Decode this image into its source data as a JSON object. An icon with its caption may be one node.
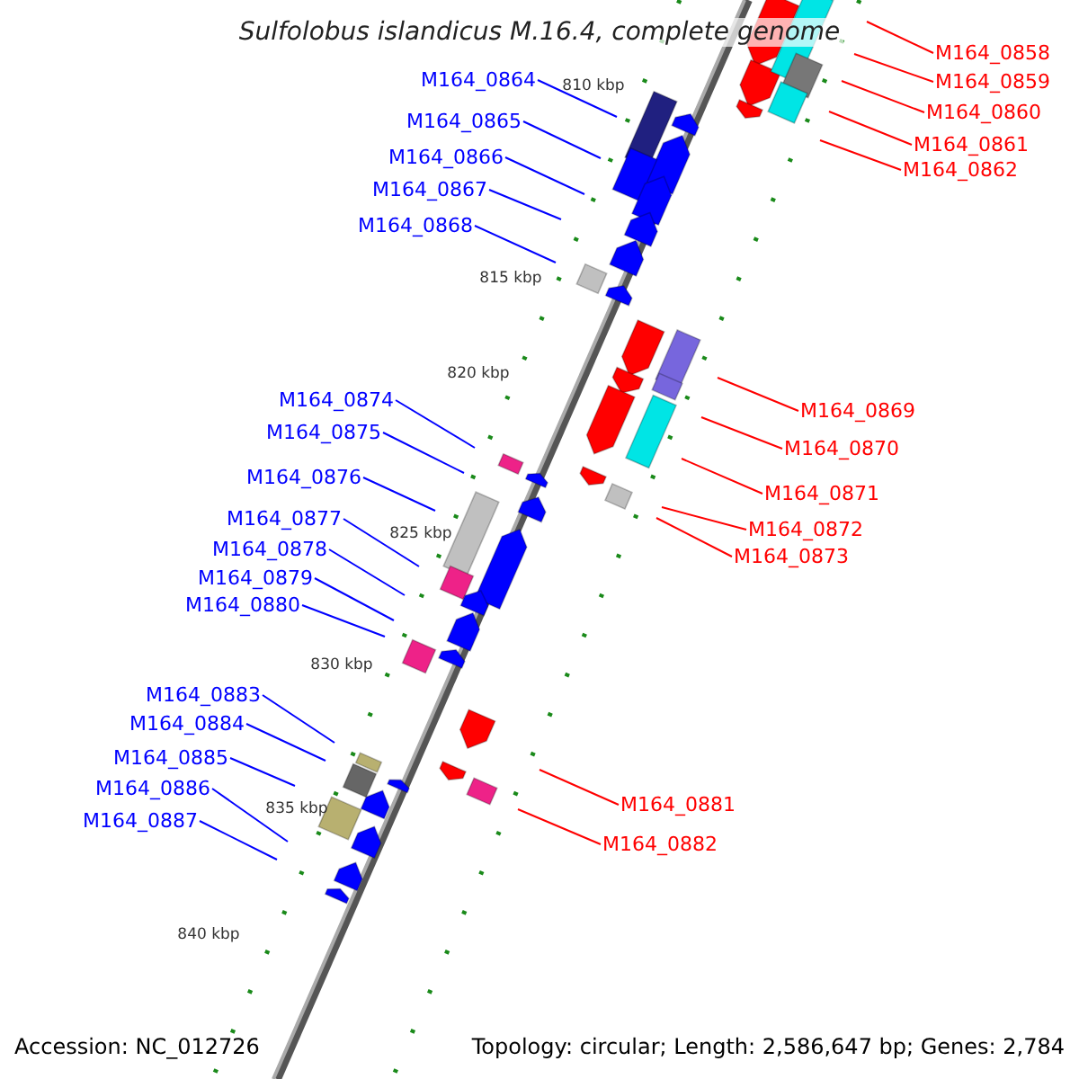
{
  "diagram": {
    "title": "Sulfolobus islandicus M.16.4, complete genome",
    "nodes": [
      {
        "text": [
          "M164_0858"
        ]
      },
      {
        "text": [
          "M164_0859"
        ]
      },
      {
        "text": [
          "M164_0860"
        ]
      },
      {
        "text": [
          "M164_0861"
        ]
      },
      {
        "text": [
          "M164_0862"
        ]
      },
      {
        "text": [
          "M164_0864"
        ]
      },
      {
        "text": [
          "M164_0865"
        ]
      },
      {
        "text": [
          "M164_0866"
        ]
      },
      {
        "text": [
          "M164_0867"
        ]
      },
      {
        "text": [
          "M164_0868"
        ]
      },
      {
        "text": [
          "M164_0869"
        ]
      },
      {
        "text": [
          "M164_0870"
        ]
      },
      {
        "text": [
          "M164_0871"
        ]
      },
      {
        "text": [
          "M164_0872"
        ]
      },
      {
        "text": [
          "M164_0873"
        ]
      },
      {
        "text": [
          "M164_0874"
        ]
      },
      {
        "text": [
          "M164_0875"
        ]
      },
      {
        "text": [
          "M164_0876"
        ]
      },
      {
        "text": [
          "M164_0877"
        ]
      },
      {
        "text": [
          "M164_0878"
        ]
      },
      {
        "text": [
          "M164_0879"
        ]
      },
      {
        "text": [
          "M164_0880"
        ]
      },
      {
        "text": [
          "M164_0883"
        ]
      },
      {
        "text": [
          "M164_0884"
        ]
      },
      {
        "text": [
          "M164_0885"
        ]
      },
      {
        "text": [
          "M164_0886"
        ]
      },
      {
        "text": [
          "M164_0887"
        ]
      },
      {
        "text": [
          "M164_0881"
        ]
      },
      {
        "text": [
          "M164_0882"
        ]
      }
    ],
    "edges": [
      {
        "from": 0,
        "to": null,
        "arrow": "none",
        "color": "#ff0000"
      },
      {
        "from": 1,
        "to": null,
        "arrow": "none",
        "color": "#ff0000"
      },
      {
        "from": 2,
        "to": null,
        "arrow": "none",
        "color": "#ff0000"
      },
      {
        "from": 3,
        "to": null,
        "arrow": "none",
        "color": "#ff0000"
      },
      {
        "from": 4,
        "to": null,
        "arrow": "none",
        "color": "#ff0000"
      },
      {
        "from": 5,
        "to": null,
        "arrow": "none"
      },
      {
        "from": 6,
        "to": null,
        "arrow": "none"
      },
      {
        "from": 7,
        "to": null,
        "arrow": "none"
      },
      {
        "from": 8,
        "to": null,
        "arrow": "none"
      },
      {
        "from": 9,
        "to": null,
        "arrow": "none"
      },
      {
        "from": 10,
        "to": null,
        "arrow": "none",
        "color": "#ff0000"
      },
      {
        "from": 11,
        "to": null,
        "arrow": "none",
        "color": "#ff0000"
      },
      {
        "from": 12,
        "to": null,
        "arrow": "none",
        "color": "#ff0000"
      },
      {
        "from": 13,
        "to": null,
        "arrow": "none",
        "color": "#ff0000"
      },
      {
        "from": 14,
        "to": null,
        "arrow": "none",
        "color": "#ff0000"
      },
      {
        "from": 15,
        "to": null,
        "arrow": "none"
      },
      {
        "from": 16,
        "to": null,
        "arrow": "none"
      },
      {
        "from": 17,
        "to": null,
        "arrow": "none"
      },
      {
        "from": 18,
        "to": null,
        "arrow": "none"
      },
      {
        "from": 19,
        "to": null,
        "arrow": "none"
      },
      {
        "from": 20,
        "to": null,
        "arrow": "none"
      },
      {
        "from": 21,
        "to": null,
        "arrow": "none"
      },
      {
        "from": 22,
        "to": null,
        "arrow": "none"
      },
      {
        "from": 23,
        "to": null,
        "arrow": "none"
      },
      {
        "from": 24,
        "to": null,
        "arrow": "none"
      },
      {
        "from": 25,
        "to": null,
        "arrow": "none"
      },
      {
        "from": 26,
        "to": null,
        "arrow": "none"
      },
      {
        "from": 27,
        "to": null,
        "arrow": "none",
        "color": "#ff0000"
      },
      {
        "from": 28,
        "to": null,
        "arrow": "none",
        "color": "#ff0000"
      }
    ],
    "labels": [
      "810 kbp",
      "815 kbp",
      "820 kbp",
      "825 kbp",
      "830 kbp",
      "835 kbp",
      "840 kbp",
      "Accession: NC_012726",
      "Topology: circular; Length: 2,586,647 bp; Genes: 2,784"
    ]
  }
}
